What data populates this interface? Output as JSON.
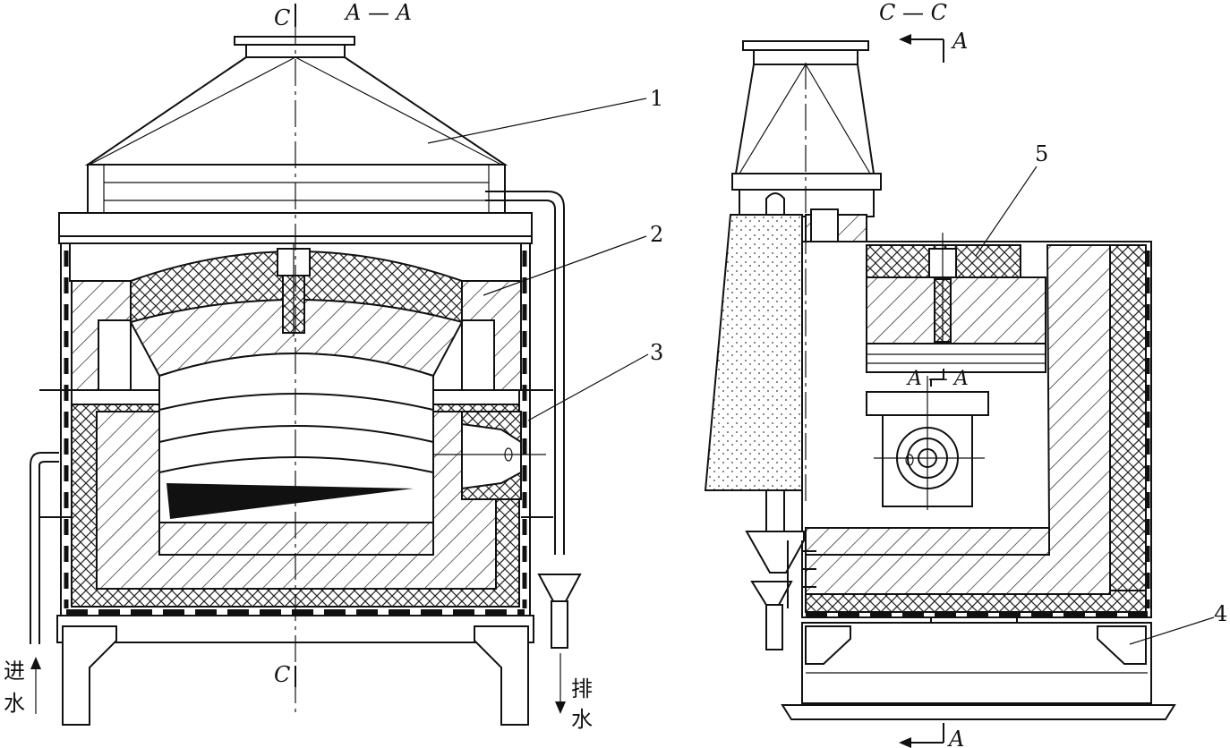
{
  "figure": {
    "section_labels": {
      "front_view_title": "A — A",
      "side_view_title": "C — C",
      "cut_c_top": "C",
      "cut_c_bottom": "C",
      "cut_a_top": "A",
      "cut_a_bottom": "A",
      "detail_aa": "A — A"
    },
    "part_numbers": [
      "1",
      "2",
      "3",
      "4",
      "5"
    ],
    "flow_labels": {
      "water_in_1": "进",
      "water_in_2": "水",
      "drain_1": "排",
      "drain_2": "水"
    }
  }
}
